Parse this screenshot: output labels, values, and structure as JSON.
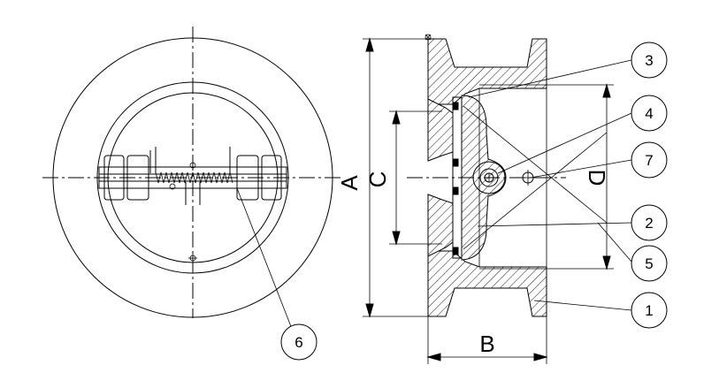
{
  "dimensions": {
    "A": "A",
    "B": "B",
    "C": "C",
    "D": "D"
  },
  "callouts": {
    "c1": "1",
    "c2": "2",
    "c3": "3",
    "c4": "4",
    "c5": "5",
    "c6": "6",
    "c7": "7"
  }
}
